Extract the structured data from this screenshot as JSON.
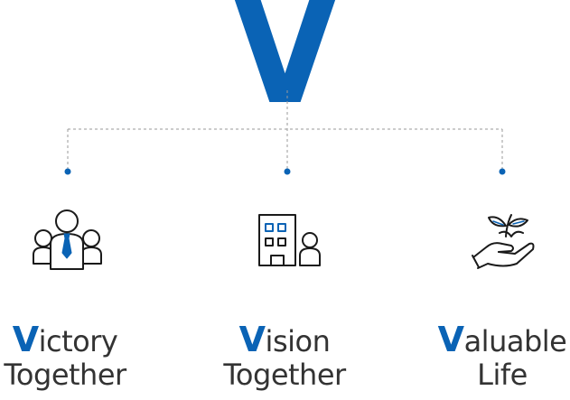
{
  "hero": {
    "letter": "V",
    "accent_color": "#0a63b5"
  },
  "values": [
    {
      "initial": "V",
      "word_rest": "ictory",
      "line2": "Together",
      "icon": "team-leader-icon"
    },
    {
      "initial": "V",
      "word_rest": "ision",
      "line2": "Together",
      "icon": "building-person-icon"
    },
    {
      "initial": "V",
      "word_rest": "aluable",
      "line2": "Life",
      "icon": "hand-plant-icon"
    }
  ]
}
